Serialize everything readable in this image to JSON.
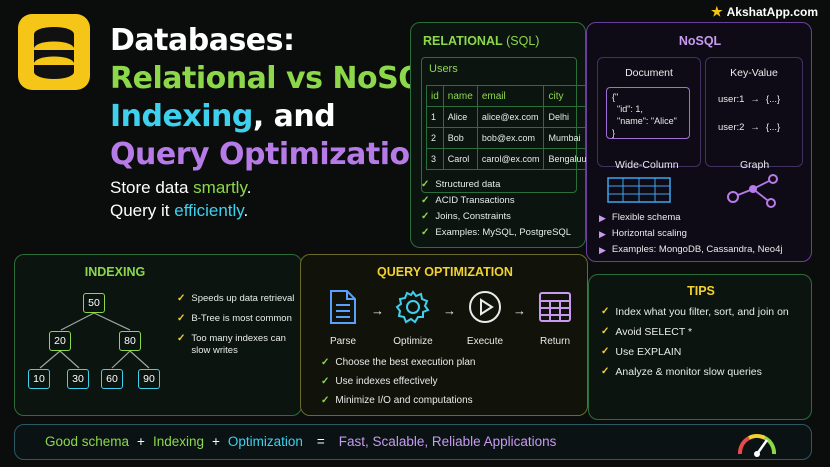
{
  "brand": {
    "label": "AkshatApp.com"
  },
  "title": {
    "line1": "Databases:",
    "line2": "Relational vs NoSQL,",
    "line3_highlight": "Indexing",
    "line3_rest": ", and",
    "line4": "Query Optimization"
  },
  "tagline": {
    "line1_a": "Store data ",
    "line1_b": "smartly",
    "line1_c": ".",
    "line2_a": "Query it ",
    "line2_b": "efficiently",
    "line2_c": "."
  },
  "relational": {
    "title": "RELATIONAL",
    "subtitle": " (SQL)",
    "table_name": "Users",
    "columns": [
      "id",
      "name",
      "email",
      "city"
    ],
    "rows": [
      [
        "1",
        "Alice",
        "alice@ex.com",
        "Delhi"
      ],
      [
        "2",
        "Bob",
        "bob@ex.com",
        "Mumbai"
      ],
      [
        "3",
        "Carol",
        "carol@ex.com",
        "Bengaluu"
      ]
    ],
    "bullets": [
      "Structured data",
      "ACID Transactions",
      "Joins, Constraints",
      "Examples: MySQL, PostgreSQL"
    ]
  },
  "nosql": {
    "title": "NoSQL",
    "document": {
      "title": "Document",
      "lines": [
        "{\"",
        "  \"id\": 1,",
        "  \"name\": \"Alice\"",
        "}"
      ]
    },
    "key_value": {
      "title": "Key-Value",
      "rows": [
        {
          "key": "user:1",
          "arrow": "→",
          "value": "{...}"
        },
        {
          "key": "user:2",
          "arrow": "→",
          "value": "{...}"
        }
      ]
    },
    "wide_column": {
      "title": "Wide-Column"
    },
    "graph": {
      "title": "Graph"
    },
    "bullets": [
      "Flexible schema",
      "Horizontal scaling",
      "Examples: MongoDB, Cassandra, Neo4j"
    ]
  },
  "indexing": {
    "title": "INDEXING",
    "tree": {
      "root": "50",
      "level2": [
        "20",
        "80"
      ],
      "leaves": [
        "10",
        "30",
        "60",
        "90"
      ]
    },
    "bullets": [
      "Speeds up data retrieval",
      "B-Tree is most common",
      "Too many indexes can slow writes"
    ]
  },
  "query_optimization": {
    "title": "QUERY OPTIMIZATION",
    "steps": [
      "Parse",
      "Optimize",
      "Execute",
      "Return"
    ],
    "arrow": "→",
    "bullets": [
      "Choose the best execution plan",
      "Use indexes effectively",
      "Minimize I/O and computations"
    ]
  },
  "tips": {
    "title": "TIPS",
    "items": [
      "Index what you filter, sort, and join on",
      "Avoid SELECT *",
      "Use EXPLAIN",
      "Analyze & monitor slow queries"
    ]
  },
  "footer": {
    "part1": "Good schema",
    "plus1": "+",
    "part2": "Indexing",
    "plus2": "+",
    "part3": "Optimization",
    "equals": "=",
    "result": "Fast, Scalable, Reliable Applications"
  },
  "colors": {
    "green": "#8cd84a",
    "cyan": "#3fd0ee",
    "purple": "#b77be8",
    "yellow": "#f5c518"
  },
  "icons": [
    "database-icon",
    "star-icon",
    "document-icon",
    "gear-icon",
    "play-icon",
    "table-icon",
    "graph-icon",
    "gauge-icon"
  ]
}
